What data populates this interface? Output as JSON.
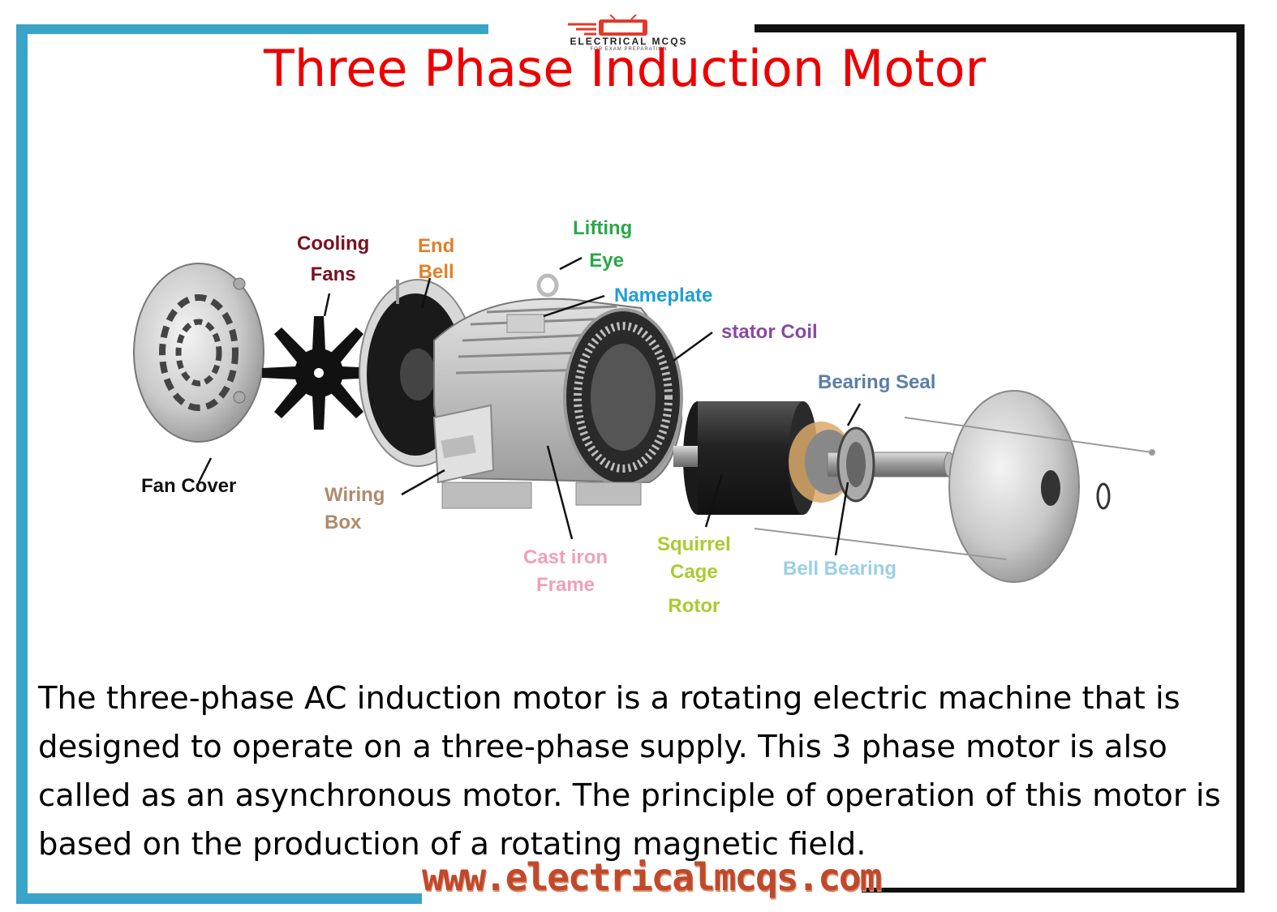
{
  "title": "Three Phase Induction Motor",
  "logo": {
    "text": "ELECTRICAL MCQS",
    "subtext": "FOR EXAM PREPARATION"
  },
  "labels": {
    "cooling_fans": [
      "Cooling",
      "Fans"
    ],
    "end_bell": [
      "End",
      "Bell"
    ],
    "lifting_eye": [
      "Lifting",
      "Eye"
    ],
    "nameplate": "Nameplate",
    "stator_coil": "stator Coil",
    "bearing_seal": "Bearing Seal",
    "fan_cover": "Fan Cover",
    "wiring_box": [
      "Wiring",
      "Box"
    ],
    "cast_iron_frame": [
      "Cast iron",
      "Frame"
    ],
    "squirrel_cage_rotor": [
      "Squirrel",
      "Cage",
      "Rotor"
    ],
    "bell_bearing": "Bell Bearing"
  },
  "colors": {
    "title": "#ee0000",
    "cooling_fans": "#7a1020",
    "end_bell": "#e0802a",
    "lifting_eye": "#2aa84a",
    "nameplate": "#1e9fd6",
    "stator_coil": "#8a4aa0",
    "bearing_seal": "#5a7fa8",
    "fan_cover": "#111111",
    "wiring_box": "#b08a6a",
    "cast_iron_frame": "#f0a0b8",
    "squirrel_cage_rotor": "#a8cc30",
    "bell_bearing": "#9ad0e6",
    "frame_blue": "#3aa3c8",
    "url": "#c0492b"
  },
  "description": "The three-phase AC induction motor is a rotating electric machine that is designed to operate on a three-phase supply. This 3 phase motor is also called as an asynchronous motor. The principle of operation of this motor is based on the production of a rotating magnetic field.",
  "url": "www.electricalmcqs.com"
}
